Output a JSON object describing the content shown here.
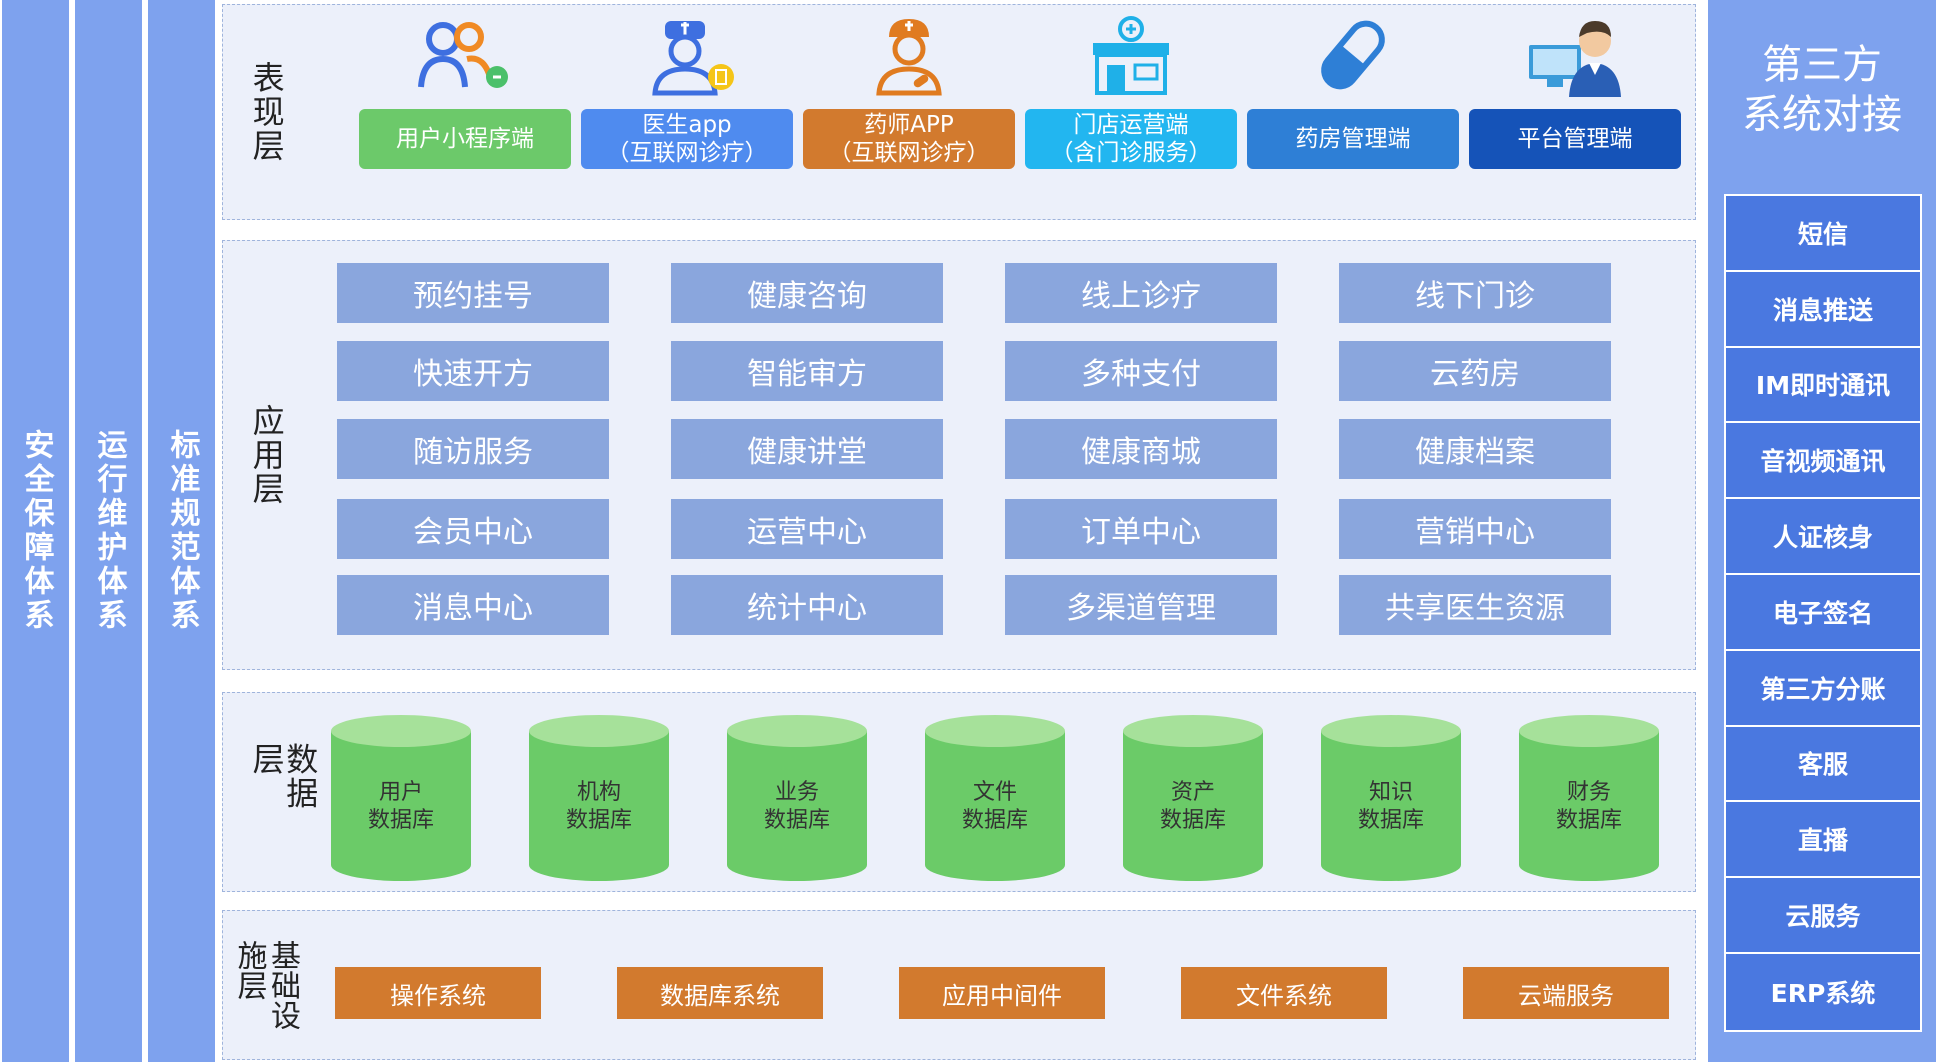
{
  "side_columns": [
    "安全保障体系",
    "运行维护体系",
    "标准规范体系"
  ],
  "presentation": {
    "title": "表现层",
    "items": [
      {
        "label": "用户小程序端",
        "color": "#6cc96a",
        "icon": "user-group-icon"
      },
      {
        "label": "医生app\n（互联网诊疗）",
        "color": "#4f8bef",
        "icon": "doctor-icon"
      },
      {
        "label": "药师APP\n（互联网诊疗）",
        "color": "#d27a2e",
        "icon": "pharmacist-icon"
      },
      {
        "label": "门店运营端\n（含门诊服务）",
        "color": "#22b6f0",
        "icon": "store-icon"
      },
      {
        "label": "药房管理端",
        "color": "#2e7fd6",
        "icon": "pill-icon"
      },
      {
        "label": "平台管理端",
        "color": "#1553b8",
        "icon": "admin-computer-icon"
      }
    ]
  },
  "application": {
    "title": "应用层",
    "rows": [
      [
        "预约挂号",
        "健康咨询",
        "线上诊疗",
        "线下门诊"
      ],
      [
        "快速开方",
        "智能审方",
        "多种支付",
        "云药房"
      ],
      [
        "随访服务",
        "健康讲堂",
        "健康商城",
        "健康档案"
      ],
      [
        "会员中心",
        "运营中心",
        "订单中心",
        "营销中心"
      ],
      [
        "消息中心",
        "统计中心",
        "多渠道管理",
        "共享医生资源"
      ]
    ]
  },
  "data_layer": {
    "title": "数据层",
    "databases": [
      "用户\n数据库",
      "机构\n数据库",
      "业务\n数据库",
      "文件\n数据库",
      "资产\n数据库",
      "知识\n数据库",
      "财务\n数据库"
    ]
  },
  "infrastructure": {
    "title_lines": [
      "基础设",
      "施层"
    ],
    "items": [
      "操作系统",
      "数据库系统",
      "应用中间件",
      "文件系统",
      "云端服务"
    ]
  },
  "third_party": {
    "title": "第三方\n系统对接",
    "items": [
      "短信",
      "消息推送",
      "IM即时通讯",
      "音视频通讯",
      "人证核身",
      "电子签名",
      "第三方分账",
      "客服",
      "直播",
      "云服务",
      "ERP系统"
    ]
  }
}
